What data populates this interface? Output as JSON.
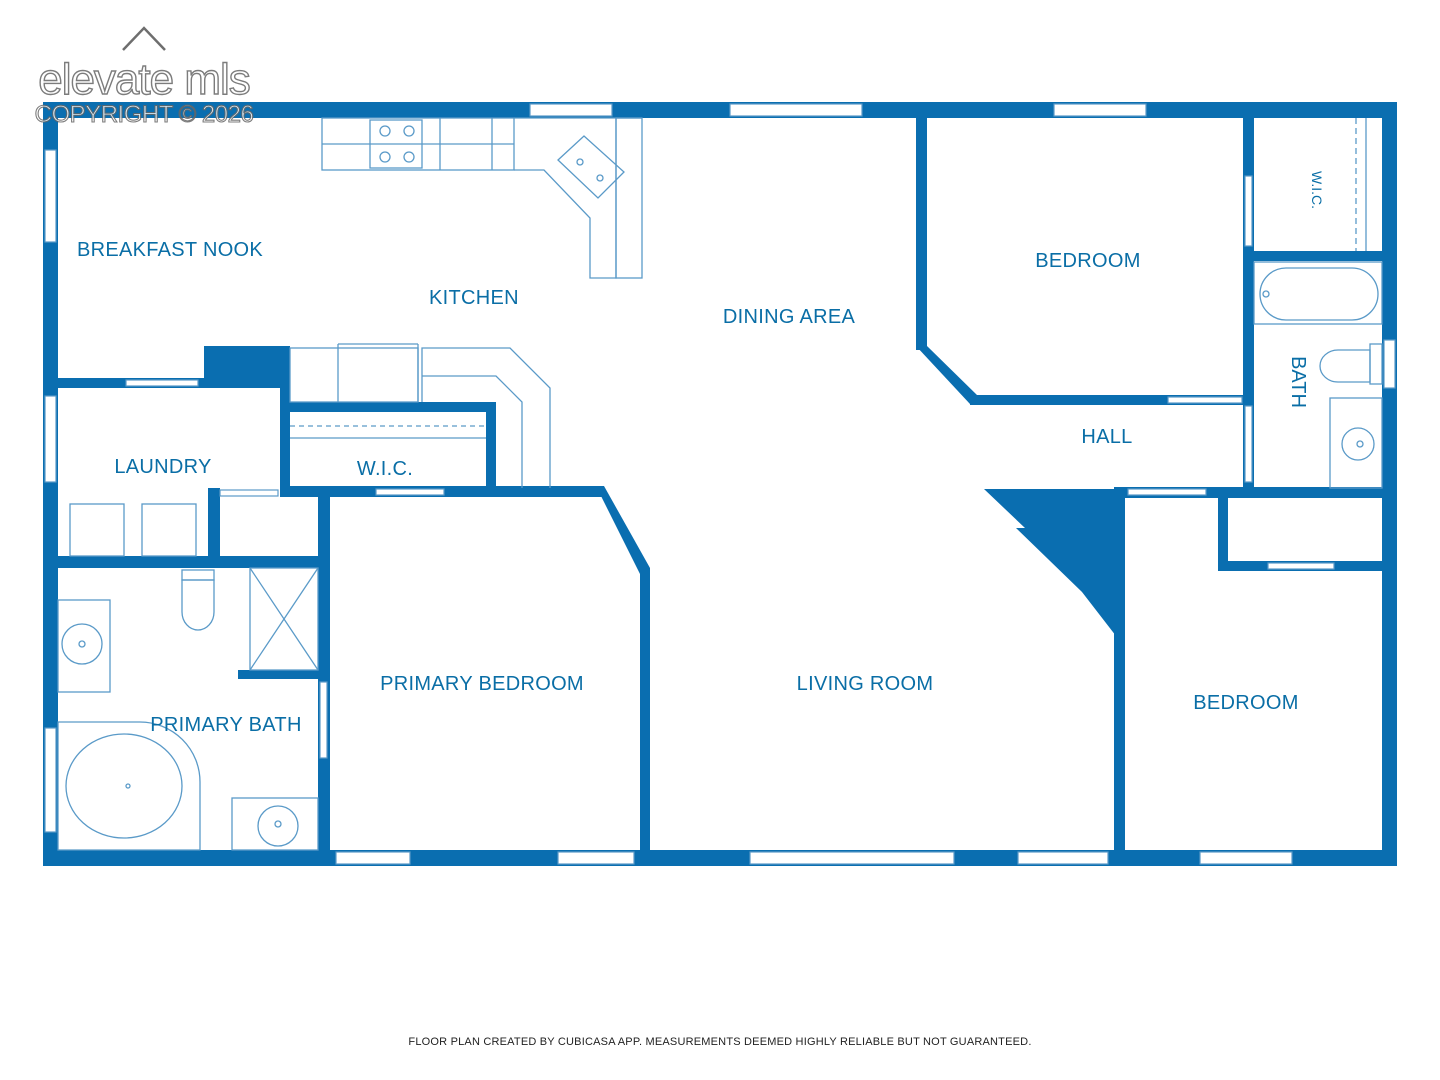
{
  "watermark": {
    "brand": "elevate mls",
    "copyright": "COPYRIGHT © 2026"
  },
  "rooms": {
    "breakfast_nook": "BREAKFAST NOOK",
    "kitchen": "KITCHEN",
    "dining_area": "DINING AREA",
    "bedroom_top": "BEDROOM",
    "wic_top_right": "W.I.C.",
    "bath": "BATH",
    "hall": "HALL",
    "laundry": "LAUNDRY",
    "wic_center": "W.I.C.",
    "primary_bedroom": "PRIMARY BEDROOM",
    "primary_bath": "PRIMARY BATH",
    "living_room": "LIVING ROOM",
    "bedroom_bottom": "BEDROOM"
  },
  "footer": {
    "disclaimer": "FLOOR PLAN CREATED BY CUBICASA APP. MEASUREMENTS DEEMED HIGHLY RELIABLE BUT NOT GUARANTEED."
  },
  "colors": {
    "wall": "#0a6eb0",
    "label": "#0a6ea6",
    "fixture": "#5a9ac8"
  }
}
